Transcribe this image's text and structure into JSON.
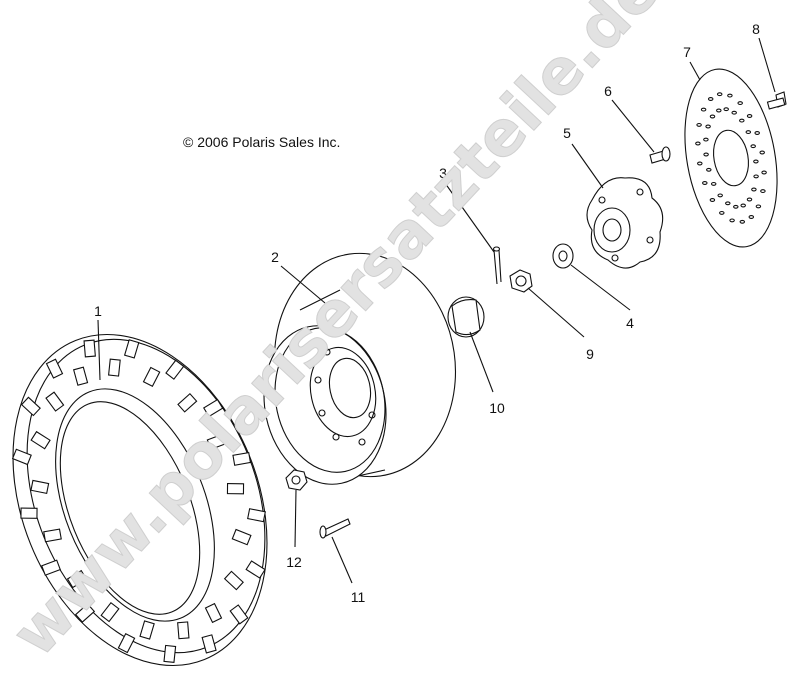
{
  "copyright": "© 2006 Polaris Sales Inc.",
  "watermark": "www.polarisersatzteile.de",
  "callouts": [
    {
      "id": "1",
      "text": "1"
    },
    {
      "id": "2",
      "text": "2"
    },
    {
      "id": "3",
      "text": "3"
    },
    {
      "id": "4",
      "text": "4"
    },
    {
      "id": "5",
      "text": "5"
    },
    {
      "id": "6",
      "text": "6"
    },
    {
      "id": "7",
      "text": "7"
    },
    {
      "id": "8",
      "text": "8"
    },
    {
      "id": "9",
      "text": "9"
    },
    {
      "id": "10",
      "text": "10"
    },
    {
      "id": "11",
      "text": "11"
    },
    {
      "id": "12",
      "text": "12"
    }
  ]
}
